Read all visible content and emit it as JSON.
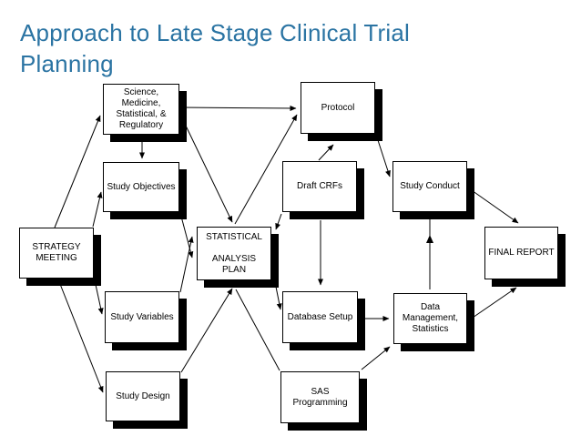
{
  "slide": {
    "title": "Approach to Late Stage Clinical Trial Planning",
    "title_color": "#2b74a3",
    "background_color": "#ffffff",
    "node_border_color": "#000000",
    "node_shadow_color": "#000000"
  },
  "diagram": {
    "nodes": [
      {
        "id": "science_medicine_statistical_regulatory",
        "label": "Science,\nMedicine,\nStatistical, &\nRegulatory"
      },
      {
        "id": "protocol",
        "label": "Protocol"
      },
      {
        "id": "study_objectives",
        "label": "Study Objectives"
      },
      {
        "id": "draft_crfs",
        "label": "Draft CRFs"
      },
      {
        "id": "study_conduct",
        "label": "Study Conduct"
      },
      {
        "id": "strategy_meeting",
        "label": "STRATEGY\nMEETING"
      },
      {
        "id": "statistical_analysis_plan",
        "label": "STATISTICAL\n\nANALYSIS PLAN"
      },
      {
        "id": "final_report",
        "label": "FINAL REPORT"
      },
      {
        "id": "study_variables",
        "label": "Study Variables"
      },
      {
        "id": "database_setup",
        "label": "Database Setup"
      },
      {
        "id": "data_management",
        "label": "Data\nManagement,\nStatistics"
      },
      {
        "id": "study_design",
        "label": "Study Design"
      },
      {
        "id": "sas_programming",
        "label": "SAS Programming"
      }
    ],
    "edges": [
      {
        "from": "strategy_meeting",
        "to": "science_medicine_statistical_regulatory"
      },
      {
        "from": "strategy_meeting",
        "to": "study_objectives"
      },
      {
        "from": "strategy_meeting",
        "to": "study_variables"
      },
      {
        "from": "strategy_meeting",
        "to": "study_design"
      },
      {
        "from": "science_medicine_statistical_regulatory",
        "to": "study_objectives"
      },
      {
        "from": "science_medicine_statistical_regulatory",
        "to": "protocol"
      },
      {
        "from": "science_medicine_statistical_regulatory",
        "to": "statistical_analysis_plan"
      },
      {
        "from": "statistical_analysis_plan",
        "to": "protocol"
      },
      {
        "from": "study_objectives",
        "to": "statistical_analysis_plan"
      },
      {
        "from": "study_variables",
        "to": "statistical_analysis_plan"
      },
      {
        "from": "study_design",
        "to": "statistical_analysis_plan"
      },
      {
        "from": "statistical_analysis_plan",
        "to": "sas_programming"
      },
      {
        "from": "draft_crfs",
        "to": "statistical_analysis_plan"
      },
      {
        "from": "statistical_analysis_plan",
        "to": "database_setup"
      },
      {
        "from": "draft_crfs",
        "to": "protocol"
      },
      {
        "from": "protocol",
        "to": "study_conduct"
      },
      {
        "from": "draft_crfs",
        "to": "database_setup"
      },
      {
        "from": "data_management",
        "to": "study_conduct"
      },
      {
        "from": "study_conduct",
        "to": "final_report"
      },
      {
        "from": "data_management",
        "to": "final_report"
      },
      {
        "from": "database_setup",
        "to": "data_management"
      },
      {
        "from": "sas_programming",
        "to": "data_management"
      }
    ]
  }
}
